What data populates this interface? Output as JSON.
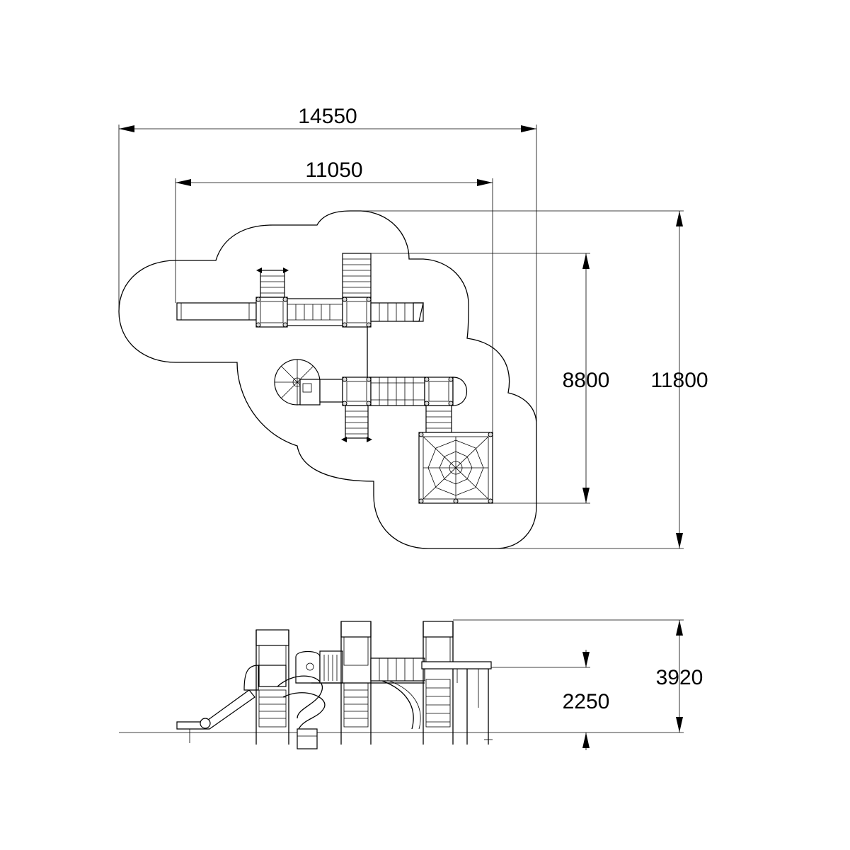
{
  "dimensions": {
    "overall_width": "14550",
    "structure_width": "11050",
    "structure_depth": "8800",
    "overall_depth": "11800",
    "total_height": "3920",
    "platform_height": "2250"
  },
  "colors": {
    "line": "#000000",
    "background": "#ffffff",
    "fill": "#d9d9d9"
  }
}
